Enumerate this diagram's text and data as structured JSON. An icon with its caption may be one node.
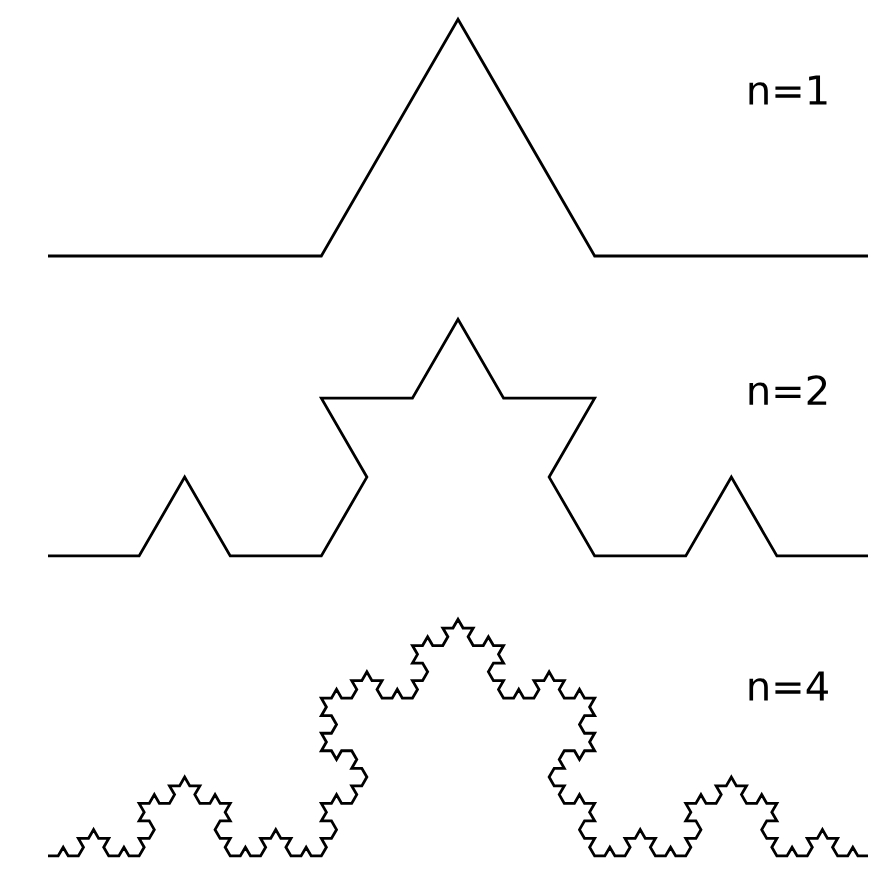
{
  "diagram": {
    "labels": [
      "n=1",
      "n=2",
      "n=4"
    ]
  }
}
